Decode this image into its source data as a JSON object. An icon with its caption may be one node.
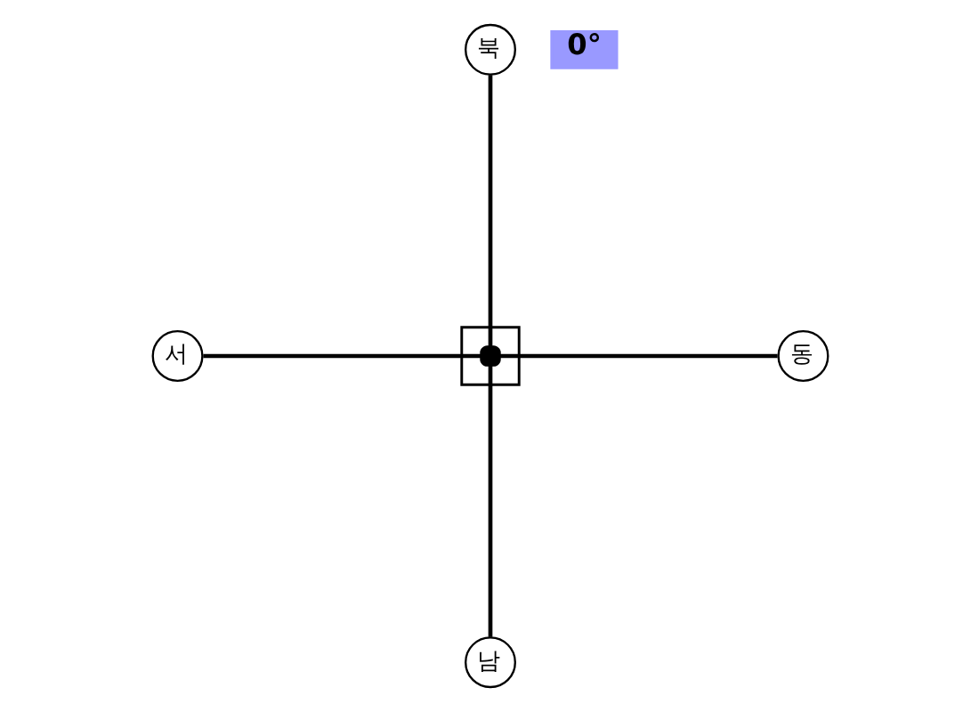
{
  "diagram": {
    "nodes": [
      {
        "text": [
          "북"
        ]
      },
      {
        "text": [
          "0°"
        ]
      },
      {
        "text": [
          "서"
        ]
      },
      {
        "text": [],
        "shape": "box"
      },
      {
        "text": [
          "동"
        ]
      },
      {
        "text": [
          "남"
        ]
      }
    ],
    "edges": [
      {
        "from": 0,
        "to": 3,
        "arrow": "none"
      },
      {
        "from": 2,
        "to": 3,
        "arrow": "none"
      },
      {
        "from": 3,
        "to": 4,
        "arrow": "none"
      },
      {
        "from": 3,
        "to": 5,
        "arrow": "none"
      }
    ]
  }
}
